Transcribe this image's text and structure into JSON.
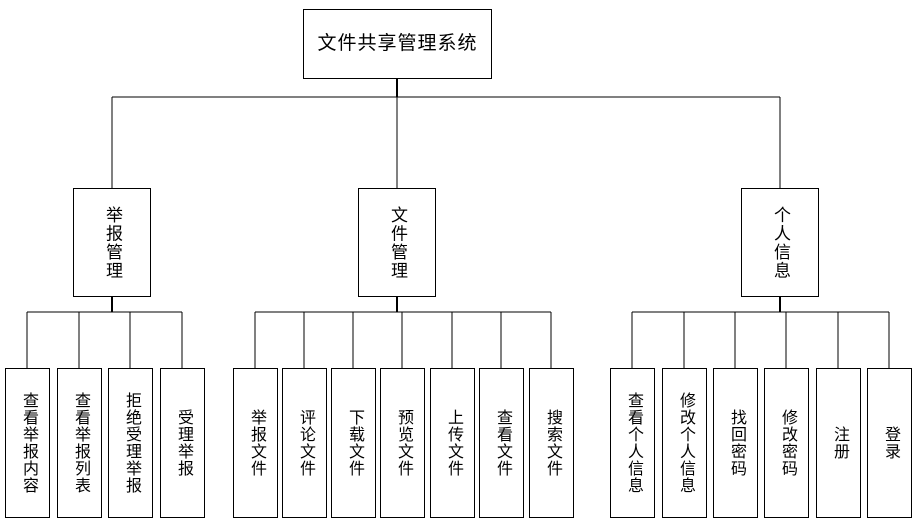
{
  "diagram": {
    "type": "tree-hierarchy-chart",
    "orientation": "top-down",
    "title_node": "文件共享管理系统",
    "line_color": "#000000",
    "box_fill": "#ffffff",
    "box_border": "#000000"
  },
  "root": {
    "label": "文件共享管理系统"
  },
  "branches": [
    {
      "id": "report-management",
      "label": "举报管理",
      "leaves": [
        {
          "id": "view-report-content",
          "label": "查看举报内容"
        },
        {
          "id": "view-report-list",
          "label": "查看举报列表"
        },
        {
          "id": "reject-report",
          "label": "拒绝受理举报"
        },
        {
          "id": "accept-report",
          "label": "受理举报"
        }
      ]
    },
    {
      "id": "file-management",
      "label": "文件管理",
      "leaves": [
        {
          "id": "report-file",
          "label": "举报文件"
        },
        {
          "id": "comment-file",
          "label": "评论文件"
        },
        {
          "id": "download-file",
          "label": "下载文件"
        },
        {
          "id": "preview-file",
          "label": "预览文件"
        },
        {
          "id": "upload-file",
          "label": "上传文件"
        },
        {
          "id": "view-file",
          "label": "查看文件"
        },
        {
          "id": "search-file",
          "label": "搜索文件"
        }
      ]
    },
    {
      "id": "personal-info",
      "label": "个人信息",
      "leaves": [
        {
          "id": "view-personal-info",
          "label": "查看个人信息"
        },
        {
          "id": "edit-personal-info",
          "label": "修改个人信息"
        },
        {
          "id": "retrieve-password",
          "label": "找回密码"
        },
        {
          "id": "change-password",
          "label": "修改密码"
        },
        {
          "id": "register",
          "label": "注册"
        },
        {
          "id": "login",
          "label": "登录"
        }
      ]
    }
  ]
}
